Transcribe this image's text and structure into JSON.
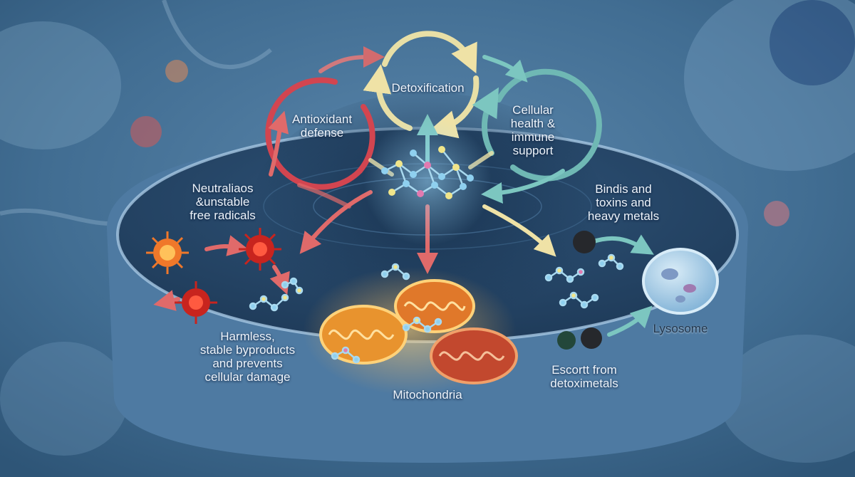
{
  "labels": {
    "antioxidant_defense": "Antioxidant\ndefense",
    "detoxification": "Detoxification",
    "cellular_health": "Cellular\nhealth &\nimmune\nsupport",
    "neutralizes": "Neutraliaos\n&unstable\nfree radicals",
    "binds_toxins": "Bindis and\ntoxins and\nheavy metals",
    "harmless_byproducts": "Harmless,\nstable byproducts\nand prevents\ncellular damage",
    "mitochondria": "Mitochondria",
    "escort": "Escortt from\ndetoximetals",
    "lysosome": "Lysosome"
  },
  "colors": {
    "background": "#3d6688",
    "cell_interior": "#2b4c6e",
    "antioxidant_cycle": "#d24550",
    "detox_cycle": "#e8dfa6",
    "cellular_cycle": "#6fb8b4",
    "mitochondria": "#f0a048",
    "free_radical": "#e8502a",
    "lysosome": "#9ec8e6"
  },
  "icons": [
    "free-radical-icon",
    "molecule-cluster-icon",
    "mitochondria-icon",
    "lysosome-icon",
    "toxin-particle-icon"
  ]
}
